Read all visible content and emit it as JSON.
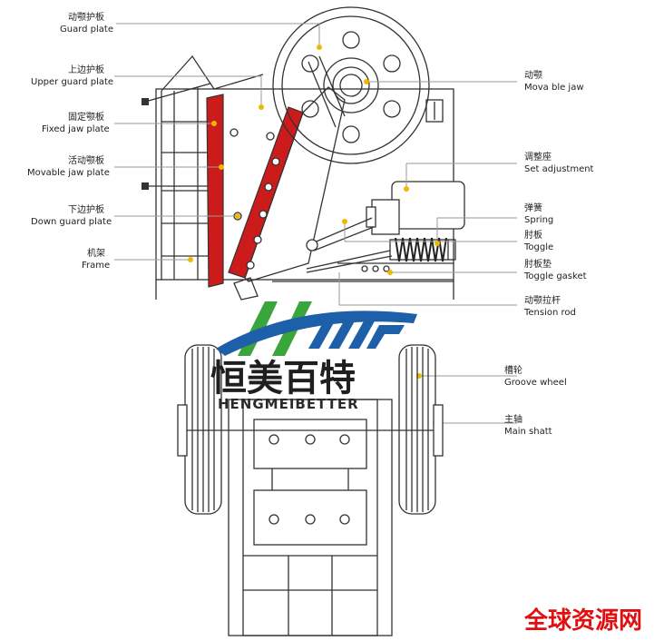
{
  "labels": {
    "guard_plate": {
      "cn": "动颚护板",
      "en": "Guard plate"
    },
    "upper_guard_plate": {
      "cn": "上边护板",
      "en": "Upper guard plate"
    },
    "fixed_jaw_plate": {
      "cn": "固定颚板",
      "en": "Fixed jaw plate"
    },
    "movable_jaw_plate": {
      "cn": "活动颚板",
      "en": "Movable jaw plate"
    },
    "down_guard_plate": {
      "cn": "下边护板",
      "en": "Down guard plate"
    },
    "frame": {
      "cn": "机架",
      "en": "Frame"
    },
    "movable_jaw": {
      "cn": "动颚",
      "en": "Mova ble jaw"
    },
    "set_adjustment": {
      "cn": "调整座",
      "en": "Set adjustment"
    },
    "spring": {
      "cn": "弹簧",
      "en": "Spring"
    },
    "toggle": {
      "cn": "肘板",
      "en": "Toggle"
    },
    "toggle_gasket": {
      "cn": "肘板垫",
      "en": "Toggle gasket"
    },
    "tension_rod": {
      "cn": "动颚拉杆",
      "en": "Tension rod"
    },
    "groove_wheel": {
      "cn": "槽轮",
      "en": "Groove wheel"
    },
    "main_shaft": {
      "cn": "主轴",
      "en": "Main shatt"
    }
  },
  "brand": {
    "cn": "恒美百特",
    "en": "HENGMEIBETTER"
  },
  "watermark": "全球资源网",
  "colors": {
    "jaw_plate": "#cc1b1b",
    "callout_dot": "#f2b700",
    "logo_green": "#3aa53a",
    "logo_blue": "#1d5fa8",
    "watermark": "#e01010"
  }
}
